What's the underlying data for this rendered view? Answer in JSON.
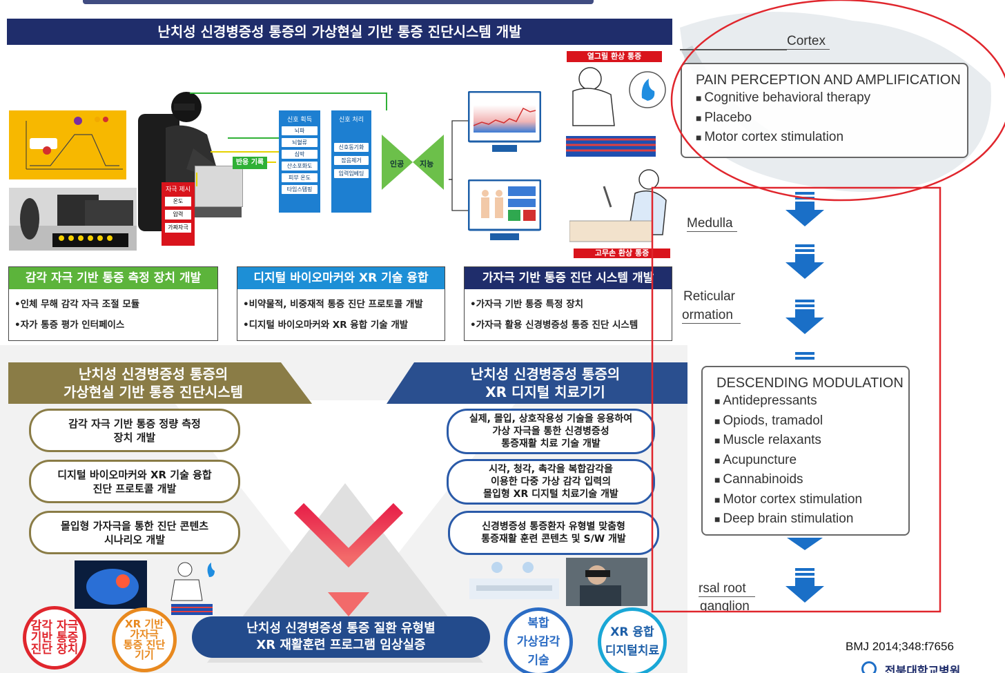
{
  "top": {
    "title": "난치성 신경병증성 통증의 가상현실 기반 통증 진단시스템 개발",
    "signal_acquisition": {
      "header": "신호 획득",
      "items": [
        "뇌파",
        "뇌혈류",
        "심박",
        "산소포화도",
        "피부 온도",
        "타임스탬핑"
      ]
    },
    "signal_processing": {
      "header": "신호 처리",
      "items": [
        "신호동기화",
        "잡음제거",
        "입력임베딩"
      ]
    },
    "ai_labels": [
      "인공",
      "지능"
    ],
    "reaction_label": "반응 기록",
    "stimulus": {
      "header": "자극 제시",
      "items": [
        "온도",
        "압력",
        "가짜자극"
      ]
    },
    "phantom_heat_label": "열그릴 환상 통증",
    "phantom_knife_label": "고무손 환상 통증",
    "sections": [
      {
        "header": "감각 자극 기반 통증 측정 장치 개발",
        "color": "#5cb43b",
        "items": [
          "•인체 무해 감각 자극 조절 모듈",
          "•자가 통증 평가 인터페이스"
        ]
      },
      {
        "header": "디지털 바이오마커와 XR 기술 융합",
        "color": "#1d8fd6",
        "items": [
          "•비약물적, 비중재적 통증 진단 프로토콜 개발",
          "•디지털 바이오마커와 XR 융합 기술 개발"
        ]
      },
      {
        "header": "가자극 기반 통증 진단 시스템 개발",
        "color": "#1f2d6b",
        "items": [
          "•가자극 기반 통증 특정 장치",
          "•가자극 활용 신경병증성 통증 진단 시스템"
        ]
      }
    ]
  },
  "bottom": {
    "left_banner": [
      "난치성 신경병증성 통증의",
      "가상현실 기반 통증 진단시스템"
    ],
    "right_banner": [
      "난치성 신경병증성 통증의",
      "XR 디지털 치료기기"
    ],
    "left_pills": [
      [
        "감각 자극 기반 통증 정량 측정",
        "장치 개발"
      ],
      [
        "디지털 바이오마커와 XR 기술 융합",
        "진단 프로토콜 개발"
      ],
      [
        "몰입형 가자극을 통한 진단 콘텐츠",
        "시나리오 개발"
      ]
    ],
    "right_pills": [
      [
        "실제, 몰입, 상호작용성 기술을 응용하여",
        "가상 자극을 통한 신경병증성",
        "통증재활 치료 기술 개발"
      ],
      [
        "시각, 청각, 촉각을 복합감각을",
        "이용한 다중 가상 감각 입력의",
        "몰입형 XR 디지털 치료기술 개발"
      ],
      [
        "신경병증성 통증환자 유형별 맞춤형",
        "통증재활 훈련 콘텐츠 및 S/W 개발"
      ]
    ],
    "center_banner": [
      "난치성 신경병증성 통증 질환 유형별",
      "XR 재활훈련 프로그램 임상실증"
    ],
    "circles": [
      {
        "lines": [
          "감각 자극",
          "기반 통증",
          "진단 장치"
        ],
        "color": "#e0262d"
      },
      {
        "lines": [
          "XR 기반",
          "가자극",
          "통증 진단",
          "기기"
        ],
        "color": "#e8891f"
      },
      {
        "lines": [
          "복합",
          "가상감각",
          "기술"
        ],
        "color": "#2b6cc4"
      },
      {
        "lines": [
          "XR 융합",
          "디지털치료"
        ],
        "color": "#1aa7d6"
      }
    ]
  },
  "right": {
    "cortex": "Cortex",
    "perception_head": "PAIN PERCEPTION AND AMPLIFICATION",
    "perception_items": [
      "Cognitive behavioral therapy",
      "Placebo",
      "Motor cortex stimulation"
    ],
    "medulla": "Medulla",
    "reticular": "Reticular",
    "formation": "ormation",
    "descending_head": "DESCENDING MODULATION",
    "descending_items": [
      "Antidepressants",
      "Opiods, tramadol",
      "Muscle relaxants",
      "Acupuncture",
      "Cannabinoids",
      "Motor cortex stimulation",
      "Deep brain stimulation"
    ],
    "dorsal": "rsal root",
    "ganglion": "ganglion",
    "citation": "BMJ 2014;348:f7656",
    "footer_logo_text": "전북대학교병원"
  },
  "colors": {
    "navy": "#1f2d6b",
    "olive": "#8a7c46",
    "blue_banner": "#2a4f8f",
    "highlight_red": "#e0262d",
    "arrow_blue": "#1a6fc7"
  }
}
